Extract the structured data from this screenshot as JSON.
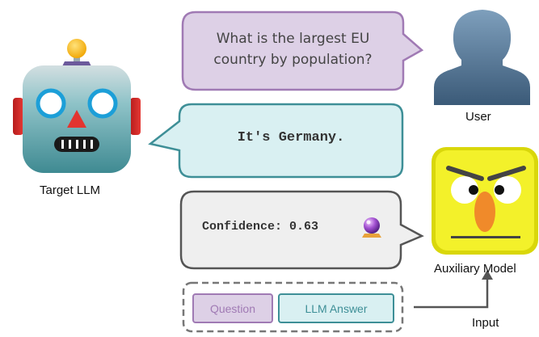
{
  "question_bubble": {
    "line1": "What is the largest EU",
    "line2": "country by population?"
  },
  "answer_bubble": {
    "text": "It's Germany."
  },
  "confidence_bubble": {
    "label": "Confidence:",
    "value": "0.63"
  },
  "labels": {
    "target_llm": "Target LLM",
    "user": "User",
    "auxiliary_model": "Auxiliary Model",
    "input": "Input"
  },
  "input_box": {
    "question_chip": "Question",
    "answer_chip": "LLM Answer"
  },
  "colors": {
    "question_fill": "#ddd0e6",
    "question_border": "#a07ab4",
    "answer_fill": "#d9f0f2",
    "answer_border": "#3e8f97",
    "confidence_fill": "#efefef",
    "confidence_border": "#555555",
    "robot_body": "#5aa3aa",
    "aux_face": "#f3f12a"
  }
}
